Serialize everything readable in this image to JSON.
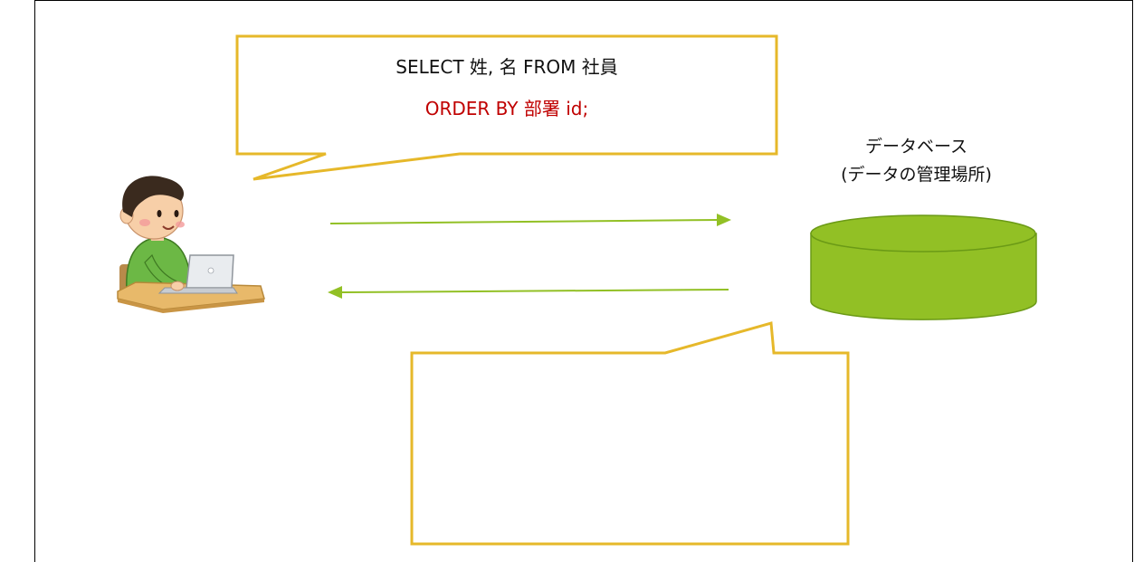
{
  "query": {
    "line1": "SELECT 姓, 名 FROM 社員",
    "line2": "ORDER BY 部署 id;",
    "line2_color": "#c00000"
  },
  "database": {
    "label": "データベース",
    "sublabel": "(データの管理場所)",
    "color": "#92c025"
  },
  "colors": {
    "bubble_border": "#e6b82a",
    "arrow": "#92c025"
  },
  "icons": {
    "user": "person-with-laptop-icon",
    "db": "database-cylinder-icon"
  }
}
